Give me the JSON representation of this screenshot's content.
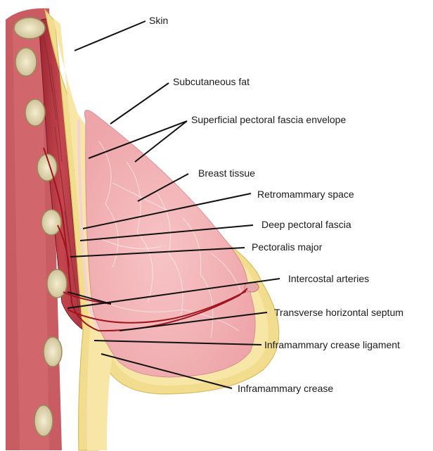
{
  "labels": {
    "skin": "Skin",
    "subcutaneous_fat": "Subcutaneous fat",
    "superficial_fascia": "Superficial pectoral fascia envelope",
    "breast_tissue": "Breast tissue",
    "retromammary_space": "Retromammary space",
    "deep_fascia": "Deep pectoral fascia",
    "pectoralis_major": "Pectoralis major",
    "intercostal_arteries": "Intercostal arteries",
    "transverse_septum": "Transverse horizontal septum",
    "crease_ligament": "Inframammary crease ligament",
    "inframammary_crease": "Inframammary crease"
  },
  "colors": {
    "skin": "#f2dc8e",
    "fat": "#f7e6a6",
    "breast": "#f4b9bc",
    "muscle": "#b93b45",
    "muscle_dark": "#8e1f2b",
    "rib": "#e8dfb8",
    "artery": "#a0141e",
    "leader": "#111111"
  }
}
